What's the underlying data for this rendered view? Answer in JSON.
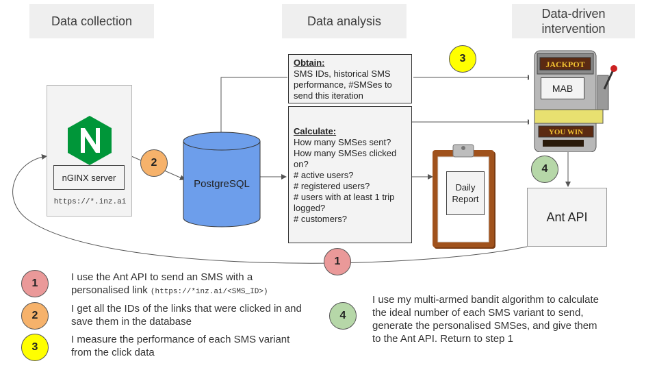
{
  "headers": {
    "collection": "Data collection",
    "analysis": "Data analysis",
    "intervention_line1": "Data-driven",
    "intervention_line2": "intervention"
  },
  "nginx": {
    "server_label": "nGINX server",
    "url": "https://*.inz.ai",
    "logo_letter": "N"
  },
  "database": {
    "label": "PostgreSQL"
  },
  "obtain": {
    "title": "Obtain:",
    "lines": [
      "SMS IDs, historical SMS",
      "performance, #SMSes to",
      "send this iteration"
    ]
  },
  "calculate": {
    "title": "Calculate:",
    "lines": [
      "How many SMSes sent?",
      "How many SMSes clicked",
      "on?",
      "# active users?",
      "# registered users?",
      "# users with at least 1 trip",
      "logged?",
      "# customers?"
    ]
  },
  "report": {
    "line1": "Daily",
    "line2": "Report"
  },
  "slot_machine": {
    "jackpot": "JACKPOT",
    "mab": "MAB",
    "you_win": "YOU WIN"
  },
  "ant_api": {
    "label": "Ant API"
  },
  "steps": {
    "s1": "1",
    "s2": "2",
    "s3": "3",
    "s4": "4"
  },
  "legend": {
    "l1_line1": "I use the Ant API to send an SMS with a",
    "l1_line2": "personalised link",
    "l1_code": "(https://*inz.ai/<SMS_ID>)",
    "l2_line1": "I get all the IDs of the links that were clicked in and",
    "l2_line2": "save them in the database",
    "l3_line1": "I measure the performance of each SMS variant",
    "l3_line2": "from the click data",
    "l4_line1": "I use my multi-armed bandit algorithm to calculate",
    "l4_line2": "the ideal number of each SMS variant to send,",
    "l4_line3": "generate the personalised SMSes, and give them",
    "l4_line4": "to the Ant API. Return to step 1"
  },
  "colors": {
    "step1": "#ea9999",
    "step2": "#f6b26b",
    "step3": "#ffff00",
    "step4": "#b6d7a8",
    "db": "#6d9eeb",
    "nginx_green": "#009639"
  }
}
